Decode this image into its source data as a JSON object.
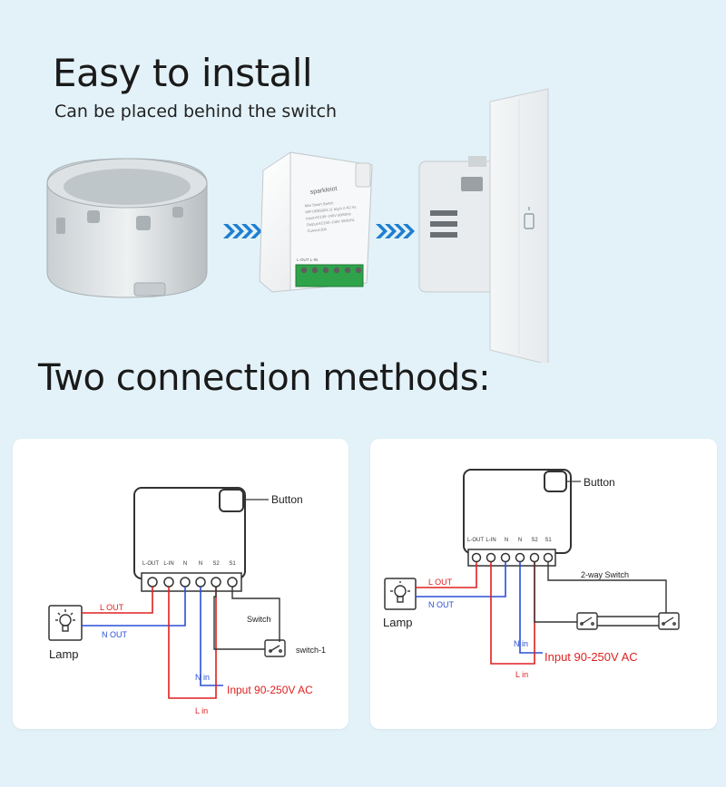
{
  "header": {
    "title": "Easy to install",
    "subtitle": "Can be placed behind the switch"
  },
  "photos": {
    "switch_logo": "sparkleiot",
    "switch_label_lines": [
      "Mini Smart Switch",
      "WIFI:IEEE802.11 b/g/n 2.4G Hz",
      "Input:AC100~240V 50/60Hz",
      "Output:AC100~240V 50/60Hz",
      "Current:10A"
    ],
    "terminal_labels": "L-OUT  L-IN"
  },
  "section": {
    "heading": "Two connection methods:"
  },
  "diagram1": {
    "button_label": "Button",
    "terminals": [
      "L-OUT",
      "L-IN",
      "N",
      "N",
      "S2",
      "S1"
    ],
    "l_out": "L  OUT",
    "n_out": "N OUT",
    "lamp": "Lamp",
    "switch_label": "Switch",
    "switch_name": "switch-1",
    "n_in": "N in",
    "input": "Input 90-250V AC",
    "l_in": "L in"
  },
  "diagram2": {
    "button_label": "Button",
    "terminals": [
      "L-OUT",
      "L-IN",
      "N",
      "N",
      "S2",
      "S1"
    ],
    "l_out": "L  OUT",
    "n_out": "N OUT",
    "lamp": "Lamp",
    "switch_label": "2-way Switch",
    "n_in": "N in",
    "input": "Input 90-250V AC",
    "l_in": "L in"
  },
  "colors": {
    "background": "#e3f2f9",
    "arrow": "#1f7fd0",
    "live_wire": "#e02020",
    "neutral_wire": "#2a4fd6",
    "line": "#333333"
  }
}
